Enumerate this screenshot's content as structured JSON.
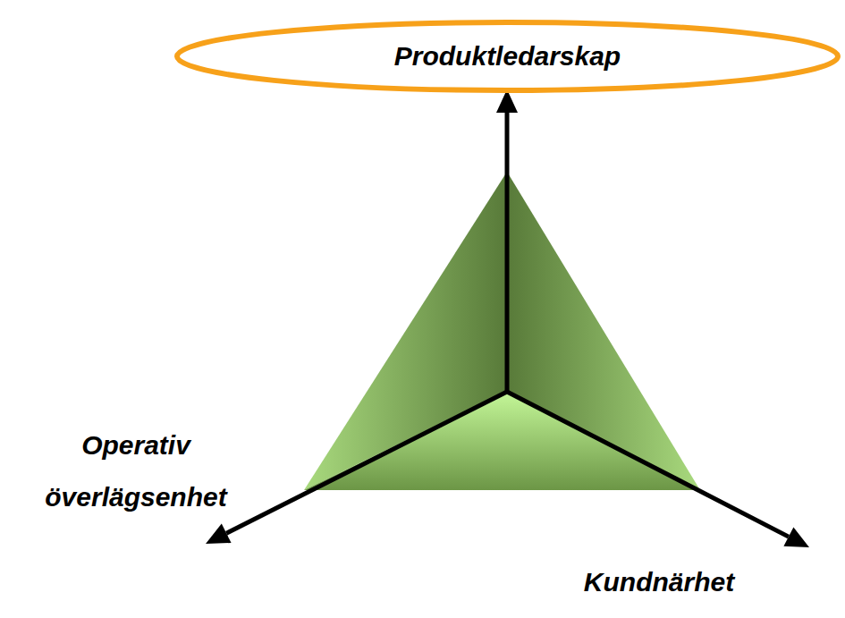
{
  "diagram": {
    "nodes": [
      {
        "text": [
          "Produktledarskap"
        ]
      }
    ],
    "labels": [
      "Operativ överlägsenhet",
      "Kundnärhet"
    ]
  }
}
